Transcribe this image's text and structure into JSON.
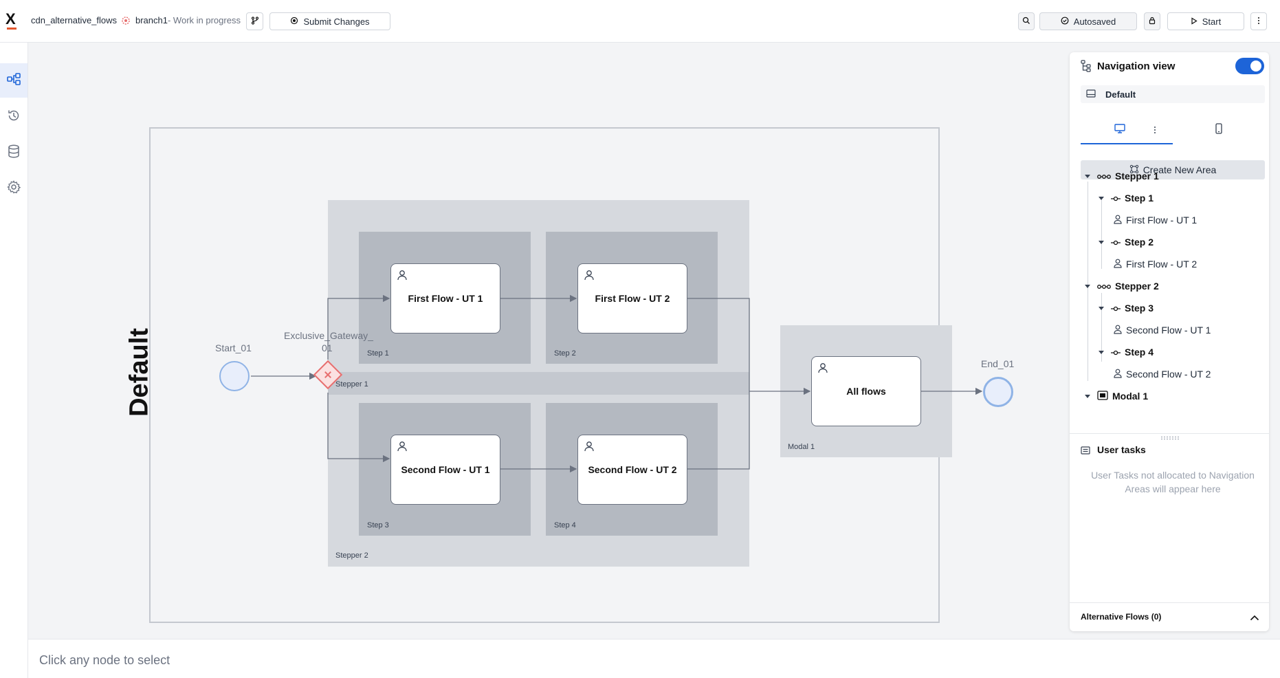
{
  "topbar": {
    "app_logo": "X",
    "process_name": "cdn_alternative_flows",
    "branch_name": "branch1",
    "branch_status": "- Work in progress",
    "submit_label": "Submit Changes",
    "autosaved_label": "Autosaved",
    "start_label": "Start"
  },
  "sidebar": {
    "items": [
      {
        "icon": "process-flow-icon",
        "active": true
      },
      {
        "icon": "history-icon"
      },
      {
        "icon": "database-icon"
      },
      {
        "icon": "settings-icon"
      }
    ]
  },
  "canvas": {
    "pool_label": "Default",
    "start_event": "Start_01",
    "gateway_line1": "Exclusive_Gateway_",
    "gateway_line2": "01",
    "end_event": "End_01",
    "areas": {
      "stepper1": "Stepper 1",
      "stepper2": "Stepper 2",
      "step1": "Step 1",
      "step2": "Step 2",
      "step3": "Step 3",
      "step4": "Step 4",
      "modal1": "Modal 1"
    },
    "tasks": {
      "t1": "First Flow - UT 1",
      "t2": "First Flow - UT 2",
      "t3": "Second Flow - UT 1",
      "t4": "Second Flow - UT 2",
      "t5": "All flows"
    }
  },
  "status_bar": {
    "text": "Click any node to select"
  },
  "nav_panel": {
    "title": "Navigation view",
    "toggle_on": true,
    "platform": "Default",
    "create_area_label": "Create New Area",
    "tree": [
      {
        "label": "Stepper 1",
        "type": "stepper"
      },
      {
        "label": "Step 1",
        "type": "step"
      },
      {
        "label": "First Flow - UT 1",
        "type": "task"
      },
      {
        "label": "Step 2",
        "type": "step"
      },
      {
        "label": "First Flow - UT 2",
        "type": "task"
      },
      {
        "label": "Stepper 2",
        "type": "stepper"
      },
      {
        "label": "Step 3",
        "type": "step"
      },
      {
        "label": "Second Flow - UT 1",
        "type": "task"
      },
      {
        "label": "Step 4",
        "type": "step"
      },
      {
        "label": "Second Flow - UT 2",
        "type": "task"
      },
      {
        "label": "Modal 1",
        "type": "modal"
      }
    ],
    "user_tasks_title": "User tasks",
    "user_tasks_msg": "User Tasks not allocated to Navigation Areas will appear here",
    "alt_flows_label": "Alternative Flows (0)"
  },
  "colors": {
    "accent": "#1d64d8",
    "gateway": "#e76f6f",
    "event": "#8fb3e6"
  }
}
